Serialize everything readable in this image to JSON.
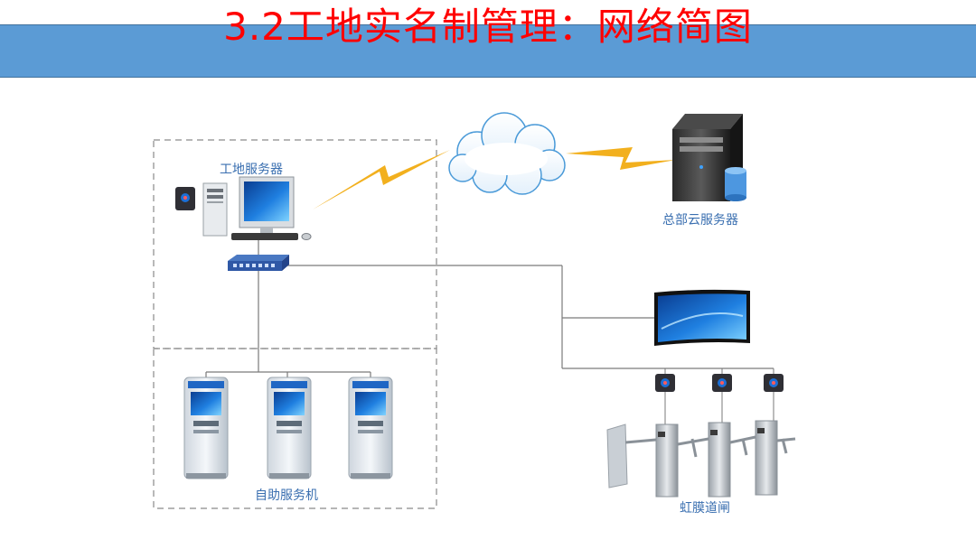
{
  "slide": {
    "title": "3.2工地实名制管理：网络简图",
    "title_color": "#ff0000",
    "title_bar_color": "#5b9bd5"
  },
  "diagram": {
    "labels": {
      "site_server": "工地服务器",
      "hq_cloud_server": "总部云服务器",
      "self_service_kiosk": "自助服务机",
      "iris_gate": "虹膜道闸"
    },
    "label_color": "#3a6fb0",
    "link_color": "#f2b01e"
  }
}
